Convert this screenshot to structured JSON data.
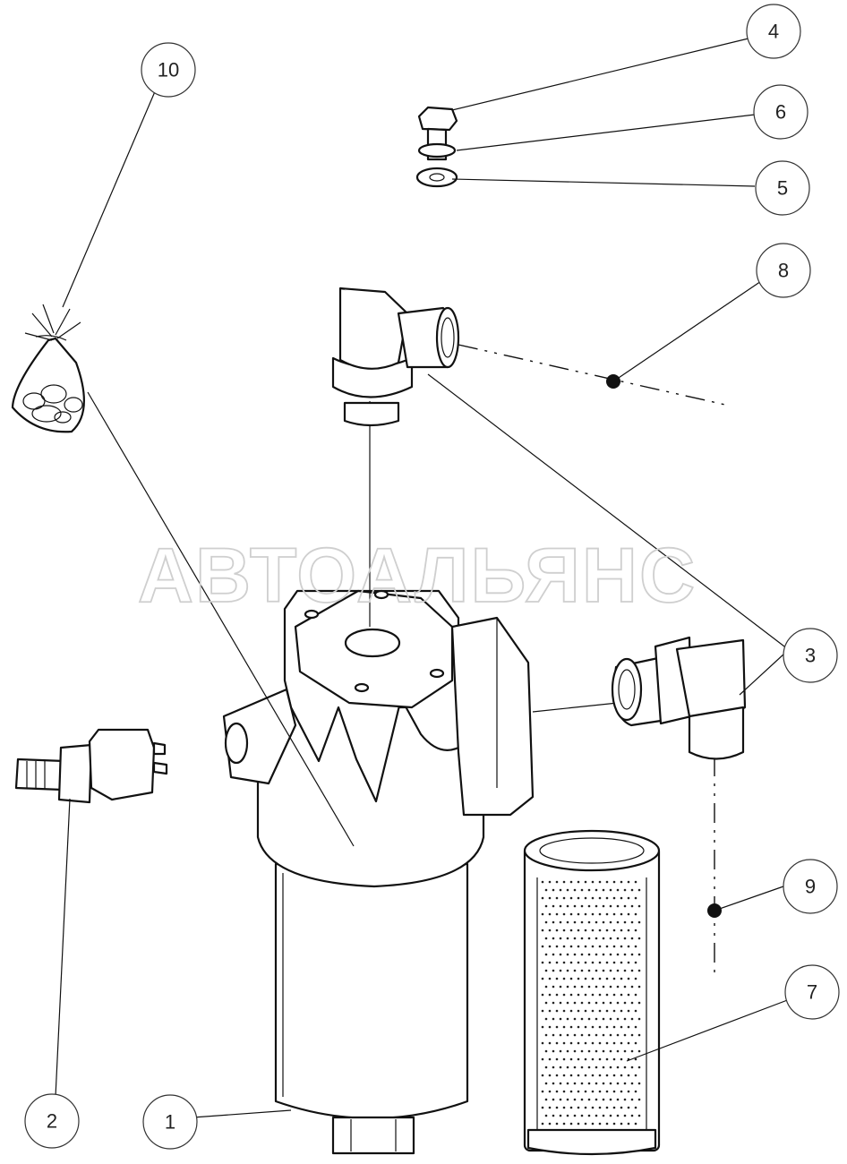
{
  "watermark": "АВТОАЛЬЯНС",
  "callouts": {
    "c1": "1",
    "c2": "2",
    "c3": "3",
    "c4": "4",
    "c5": "5",
    "c6": "6",
    "c7": "7",
    "c8": "8",
    "c9": "9",
    "c10": "10"
  },
  "colors": {
    "line": "#111111",
    "background": "#ffffff",
    "watermark": "#cfcfcf"
  },
  "icons": [
    "filter-housing-icon",
    "pressure-switch-icon",
    "elbow-fitting-icon",
    "bolt-icon",
    "washer-icon",
    "filter-element-icon",
    "seal-kit-bag-icon"
  ]
}
